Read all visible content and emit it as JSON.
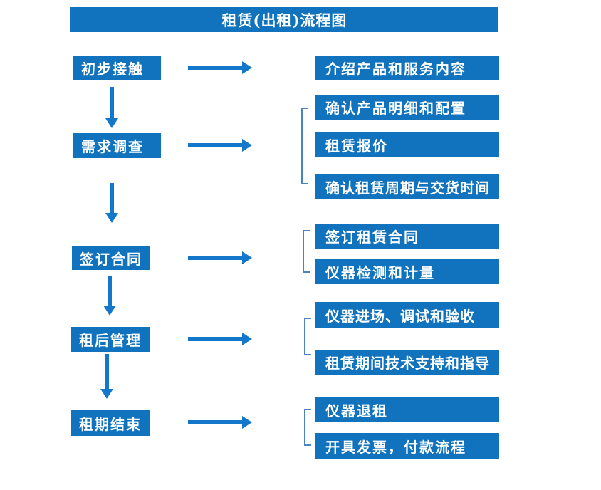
{
  "title": "租赁(出租)流程图",
  "colors": {
    "box-fill": "#1172bd",
    "arrow-fill": "#1377cb",
    "bracket-stroke": "#4a84c4",
    "text": "#ffffff",
    "page-bg": "#ffffff"
  },
  "steps": [
    {
      "label": "初步接触"
    },
    {
      "label": "需求调查"
    },
    {
      "label": "签订合同"
    },
    {
      "label": "租后管理"
    },
    {
      "label": "租期结束"
    }
  ],
  "details": [
    {
      "label": "介绍产品和服务内容"
    },
    {
      "label": "确认产品明细和配置"
    },
    {
      "label": "租赁报价"
    },
    {
      "label": "确认租赁周期与交货时间"
    },
    {
      "label": "签订租赁合同"
    },
    {
      "label": "仪器检测和计量"
    },
    {
      "label": "仪器进场、调试和验收"
    },
    {
      "label": "租赁期间技术支持和指导"
    },
    {
      "label": "仪器退租"
    },
    {
      "label": "开具发票，付款流程"
    }
  ]
}
